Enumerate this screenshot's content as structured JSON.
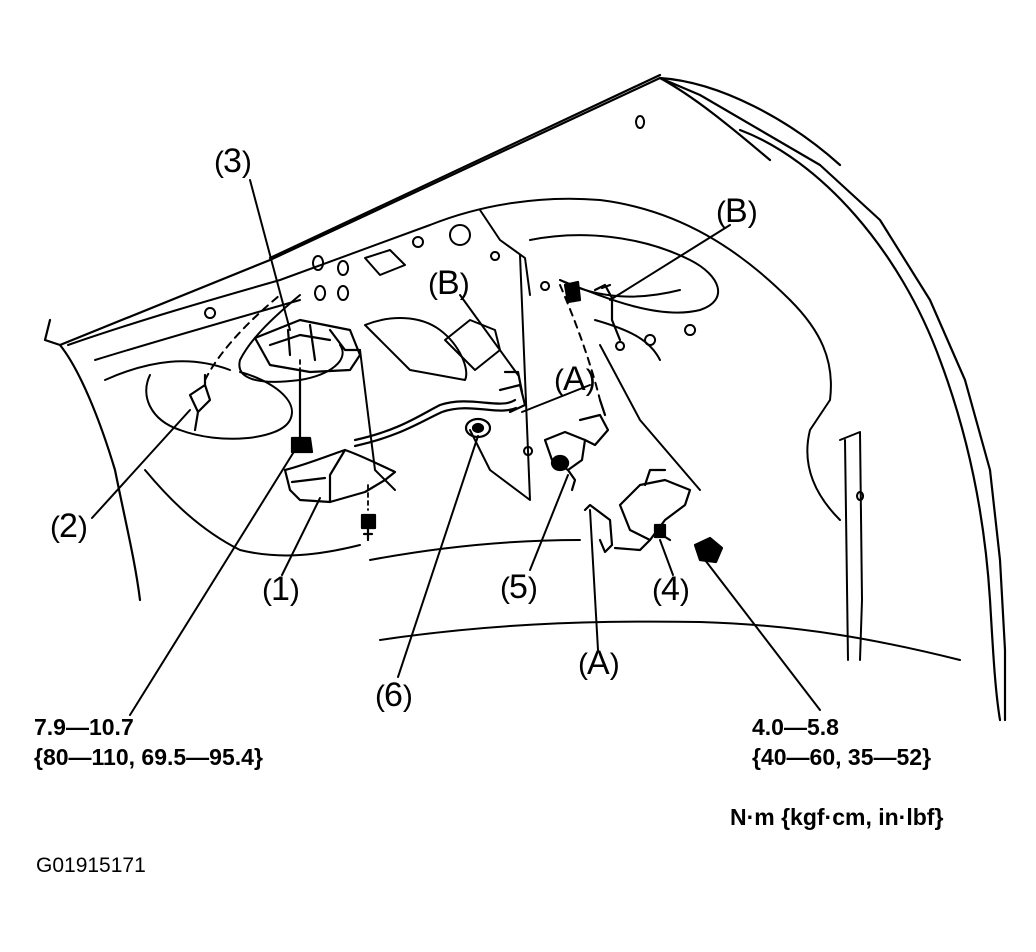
{
  "figure_id": "G01915171",
  "callouts": {
    "c1": "1",
    "c2": "2",
    "c3": "3",
    "c4": "4",
    "c5": "5",
    "c6": "6",
    "cA_upper": "A",
    "cA_lower": "A",
    "cB_left": "B",
    "cB_right": "B"
  },
  "torque_left": {
    "line1": "7.9—10.7",
    "line2": "{80—110, 69.5—95.4}"
  },
  "torque_right": {
    "line1": "4.0—5.8",
    "line2": "{40—60, 35—52}"
  },
  "units_legend": "N·m {kgf·cm, in·lbf}"
}
